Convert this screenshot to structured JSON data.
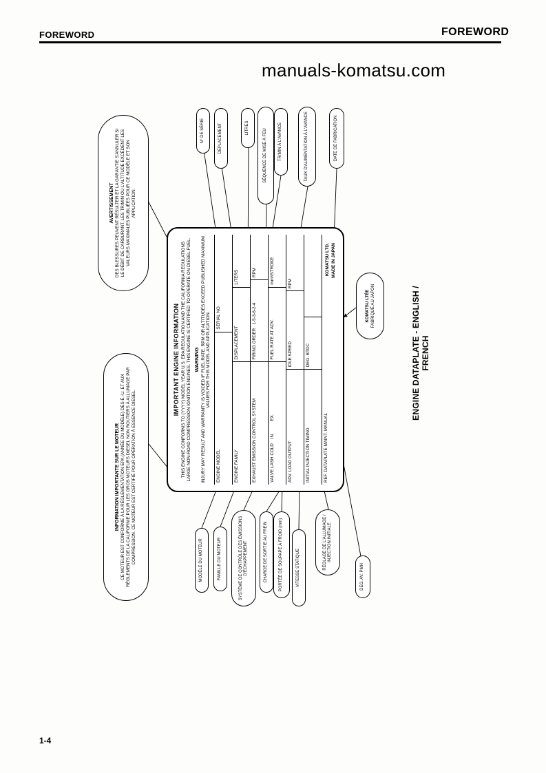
{
  "page": {
    "header_left": "FOREWORD",
    "header_right": "FOREWORD",
    "watermark": "manuals-komatsu.com",
    "page_number": "1-4",
    "caption": "ENGINE DATAPLATE - ENGLISH / FRENCH"
  },
  "warning_oval": {
    "title": "AVERTISSEMENT",
    "body": "DES BLESSURES PEUVENT RÉSULTER ET LA GARANTIE S'ANNULER SI LE DÉBIT DE CARBURANT, LES TR/MIN OU L'ALTITUDE EXCÈDENT LES VALEURS MAXIMALES PUBLIÉES POUR CE MODÈLE ET SON APPLICATION."
  },
  "info_oval": {
    "title": "INFORMATION IMPORTANTE SUR LE MOTEUR",
    "body": "CE MOTEUR EST CONFORME À LA RÉGLEMENTATION EPA (ANNÉE DU MODÈLE) DES É.-U. ET AUX RÈGLEMENTS DE LA CALIFORNIE POUR LES GROS MOTEURS DIESEL NON ROUTIERS À ALLUMAGE PAR COMPRESSION. CE MOTEUR EST CERTIFIÉ POUR OPÉRATION À ESSENCE DIESEL."
  },
  "komatsu_oval": {
    "line1": "KOMATSU LTÉE",
    "line2": "FABRIQUÉ AU JAPON"
  },
  "plate": {
    "title": "IMPORTANT ENGINE INFORMATION",
    "para1": "THIS ENGINE CONFORMS TO (YYYY) MODEL YEAR U.S. EPA REGULATION AND THE CALIFORNIA REGULATIONS LARGE NON-ROAD COMPRESSION IGNITION ENGINES. THIS ENGINE IS CERTIFIED TO OPERATE ON DIESEL FUEL.",
    "warning_title": "WARNING",
    "para2": "INJURY MAY RESULT AND WARRANTY IS VOIDED IF FUEL RATE, RPM OR ALTITUDES EXCEED PUBLISHED MAXIMUM VALUES FOR THIS MODEL AND APPLICATION.",
    "rows": [
      [
        "ENGINE MODEL",
        "SERIAL NO."
      ],
      [
        "ENGINE FAMILY",
        "DISPLACEMENT",
        "LITERS"
      ],
      [
        "EXHAUST EMISSION CONTROL SYSTEM",
        "FIRING ORDER   1-5-3-6-2-4",
        "RPM"
      ],
      [
        "VALVE LASH COLD    IN.          EX.",
        "FUEL RATE AT ADV.",
        "mm³/STROKE"
      ],
      [
        "ADV. LOAD OUTPUT",
        "IDLE SPEED",
        "RPM"
      ],
      [
        "INITIAL INJECTION TIMING",
        "DEG. BTDC",
        ""
      ]
    ],
    "footer_ref": "REF. DATAPLATE MAINT. MANUAL",
    "maker_line1": "KOMATSU LTD.",
    "maker_line2": "MADE IN JAPAN"
  },
  "callouts": {
    "left": [
      "MODÈLE DU MOTEUR",
      "FAMILLE DU MOTEUR",
      "SYSTÈME DE CONTRÔLE DES ÉMISSIONS D'ÉCHAPPEMENT",
      "CHARGE DE SORTIE AU FREIN",
      "PORTÉE DE SOUPAPE À FROID (mm)",
      "VITESSE STATIQUE",
      "RÉGLAGE DE L'ALLUMAGE / INJECTION INITIALE",
      "DEG. AV. PMH"
    ],
    "right": [
      "N° DE SÉRIE",
      "DÉPLACEMENT",
      "LITRES",
      "SÉQUENCE DE MISE À FEU",
      "TR/MIN À L'AVANCE",
      "TAUX D'ALIMENTATION À L'AVANCE",
      "DATE DE FABRICATION"
    ]
  }
}
